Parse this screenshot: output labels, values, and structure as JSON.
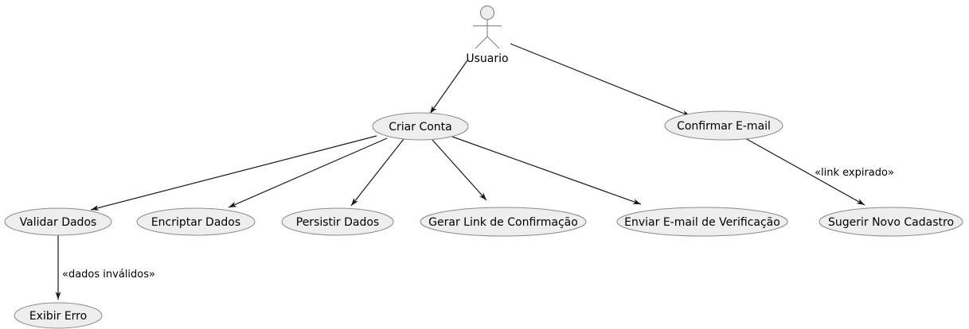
{
  "diagram_type": "uml-use-case-diagram",
  "colors": {
    "background": "#FFFFFF",
    "node-fill": "#EEEEEE",
    "node-border": "#8A8A8A",
    "edge-line": "#181818",
    "text": "#000000"
  },
  "actor": {
    "label": "Usuario"
  },
  "use_cases": [
    {
      "id": "criar-conta",
      "label": "Criar Conta"
    },
    {
      "id": "confirmar-email",
      "label": "Confirmar E-mail"
    },
    {
      "id": "validar-dados",
      "label": "Validar Dados"
    },
    {
      "id": "encriptar-dados",
      "label": "Encriptar Dados"
    },
    {
      "id": "persistir-dados",
      "label": "Persistir Dados"
    },
    {
      "id": "gerar-link-de-confirmacao",
      "label": "Gerar Link de Confirmação"
    },
    {
      "id": "enviar-email-de-verificacao",
      "label": "Enviar E-mail de Verificação"
    },
    {
      "id": "sugerir-novo-cadastro",
      "label": "Sugerir Novo Cadastro"
    },
    {
      "id": "exibir-erro",
      "label": "Exibir Erro"
    }
  ],
  "edges": [
    {
      "from": "Usuario",
      "to": "Criar Conta"
    },
    {
      "from": "Usuario",
      "to": "Confirmar E-mail"
    },
    {
      "from": "Criar Conta",
      "to": "Validar Dados"
    },
    {
      "from": "Criar Conta",
      "to": "Encriptar Dados"
    },
    {
      "from": "Criar Conta",
      "to": "Persistir Dados"
    },
    {
      "from": "Criar Conta",
      "to": "Gerar Link de Confirmação"
    },
    {
      "from": "Criar Conta",
      "to": "Enviar E-mail de Verificação"
    },
    {
      "from": "Confirmar E-mail",
      "to": "Sugerir Novo Cadastro",
      "label": "«link expirado»"
    },
    {
      "from": "Validar Dados",
      "to": "Exibir Erro",
      "label": "«dados inválidos»"
    }
  ]
}
